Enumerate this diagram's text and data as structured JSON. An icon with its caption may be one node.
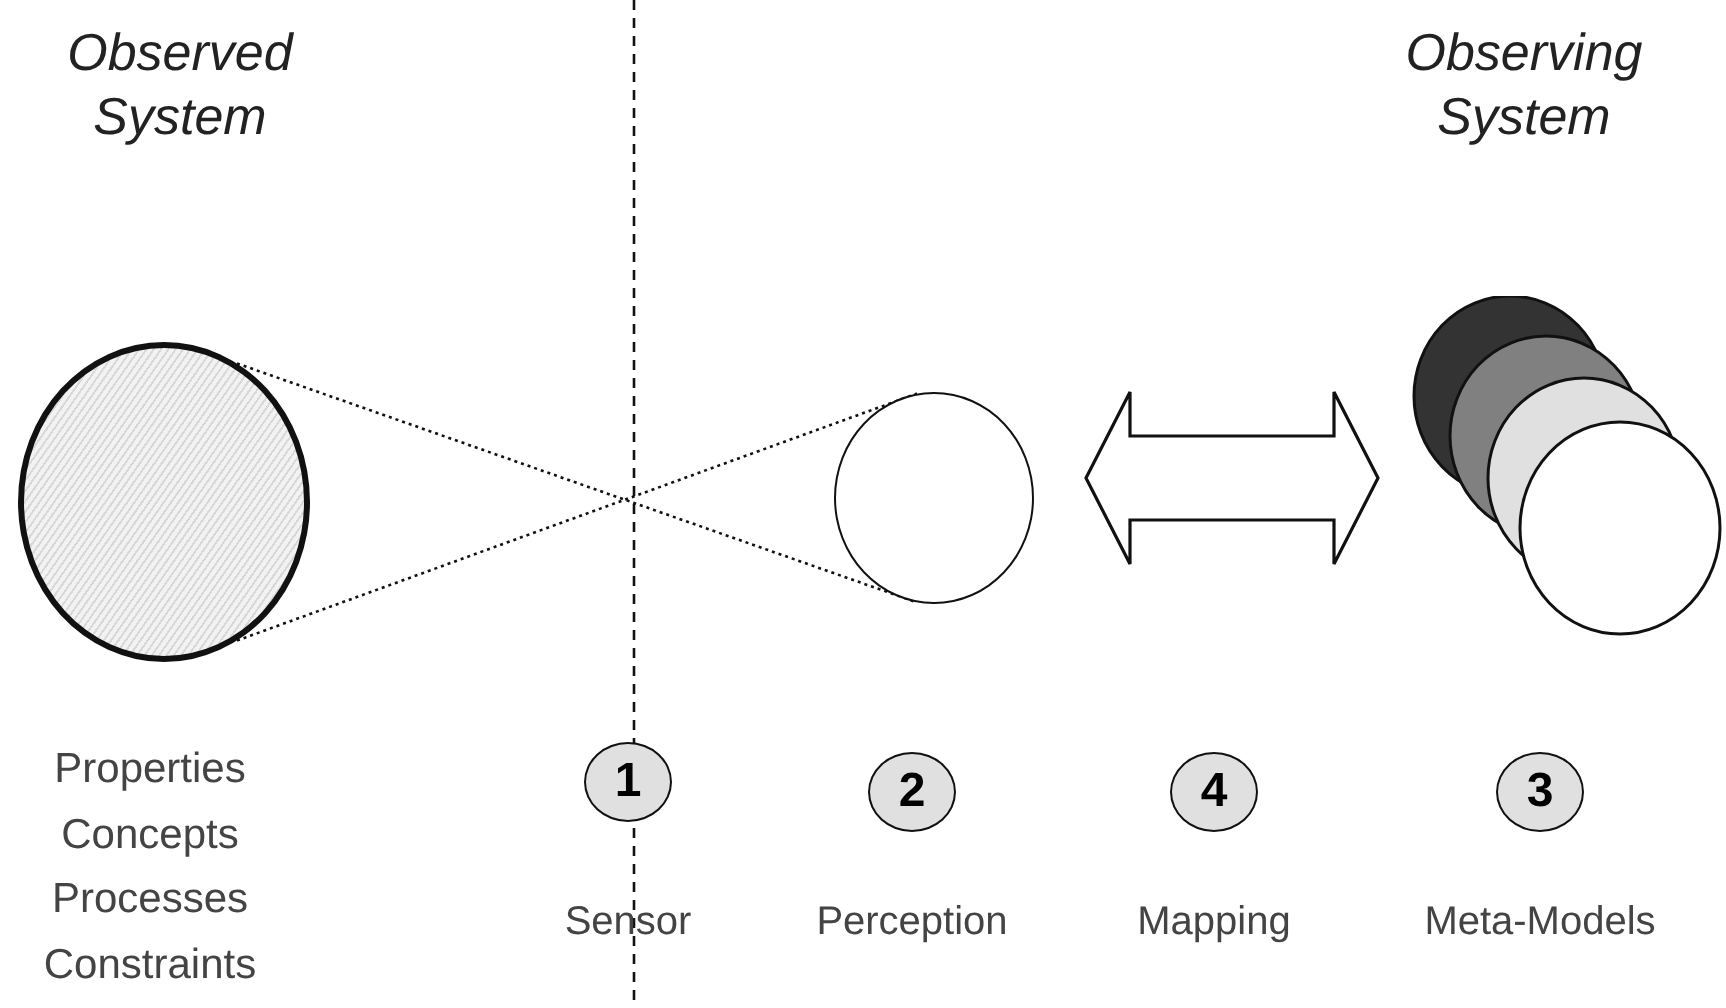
{
  "diagram": {
    "nodes": [
      {
        "text": [],
        "shape": "circle"
      },
      {
        "text": [],
        "shape": "circle"
      },
      {
        "text": [],
        "shape": "picture"
      },
      {
        "text": [
          "1"
        ],
        "beside": [
          "Sensor"
        ]
      },
      {
        "text": [
          "2"
        ],
        "beside": [
          "Perception"
        ]
      },
      {
        "text": [
          "4"
        ],
        "beside": [
          "Mapping"
        ]
      },
      {
        "text": [
          "3"
        ],
        "beside": [
          "Meta-Models"
        ]
      }
    ],
    "edges": [
      {
        "from": 0,
        "to": 1,
        "arrow": "none",
        "style": "dashed"
      },
      {
        "from": 0,
        "to": 1,
        "arrow": "none",
        "style": "dashed"
      },
      {
        "from": 1,
        "to": 2,
        "arrow": "both",
        "style": "thick"
      }
    ],
    "labels": [
      "Observed System",
      "Observing System",
      "Properties",
      "Concepts",
      "Processes",
      "Constraints"
    ]
  }
}
